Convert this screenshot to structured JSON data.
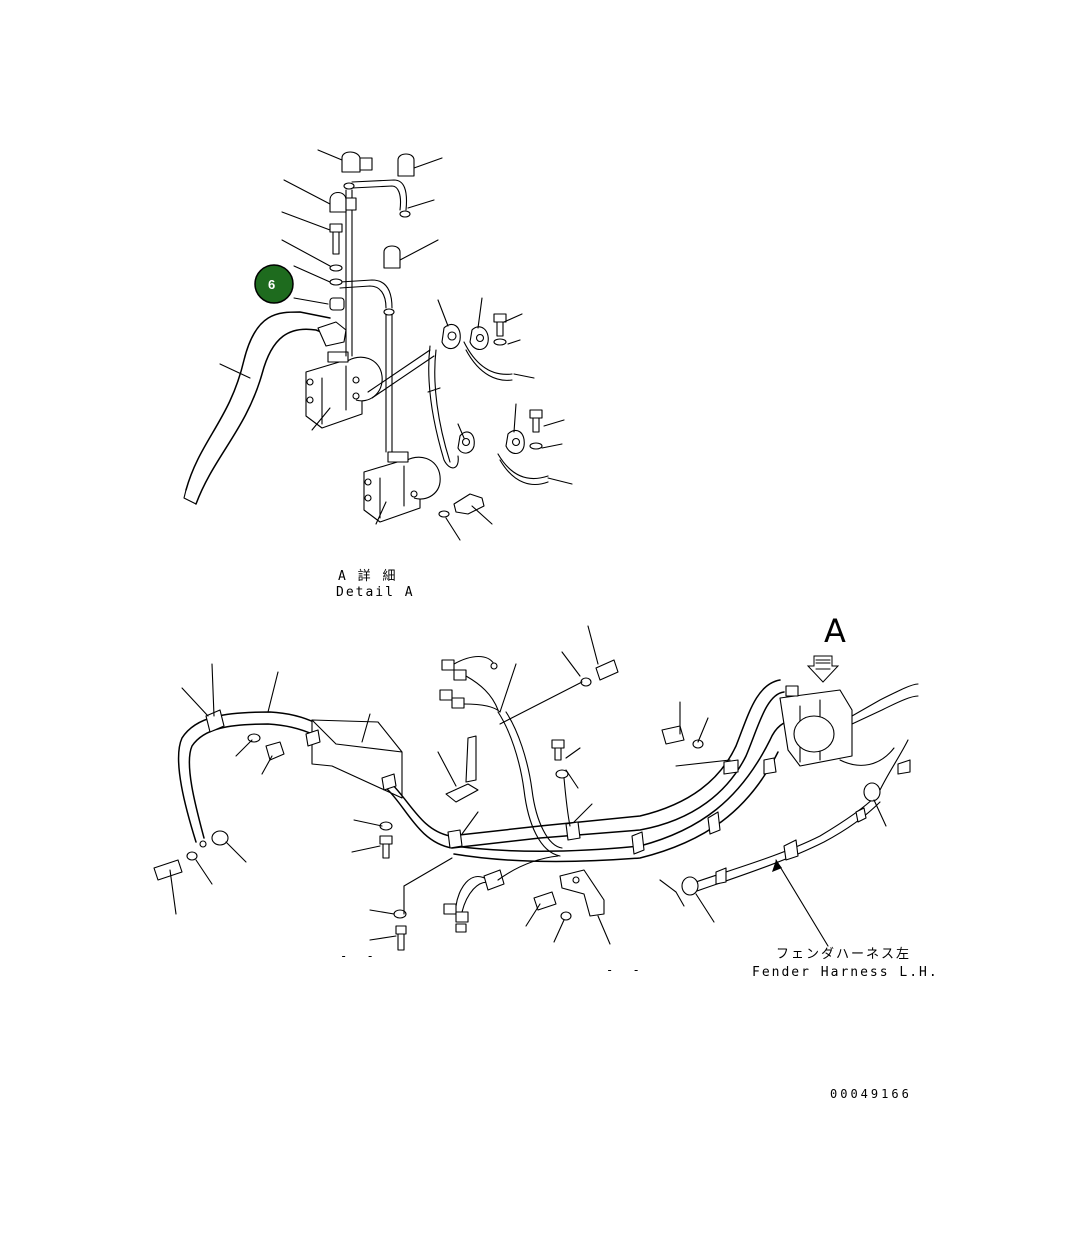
{
  "detail": {
    "label_jp": "A 詳 細",
    "label_en": "Detail A"
  },
  "view_marker": "A",
  "fender_harness": {
    "label_jp": "フェンダハーネス左",
    "label_en": "Fender Harness L.H."
  },
  "dash_marks": [
    "- -",
    "- -"
  ],
  "drawing_number": "00049166",
  "callout": {
    "number": "6",
    "color": "#1e6b1e"
  }
}
